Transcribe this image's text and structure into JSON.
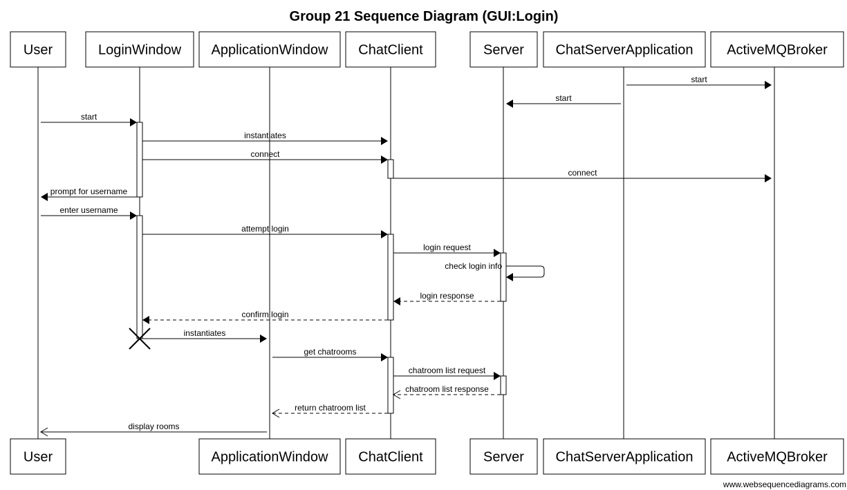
{
  "title": "Group 21 Sequence Diagram (GUI:Login)",
  "watermark": "www.websequencediagrams.com",
  "participants": [
    {
      "id": "user",
      "label": "User"
    },
    {
      "id": "login",
      "label": "LoginWindow"
    },
    {
      "id": "app",
      "label": "ApplicationWindow"
    },
    {
      "id": "client",
      "label": "ChatClient"
    },
    {
      "id": "server",
      "label": "Server"
    },
    {
      "id": "csa",
      "label": "ChatServerApplication"
    },
    {
      "id": "amq",
      "label": "ActiveMQBroker"
    }
  ],
  "bottom_participants": [
    {
      "id": "user",
      "label": "User"
    },
    {
      "id": "app",
      "label": "ApplicationWindow"
    },
    {
      "id": "client",
      "label": "ChatClient"
    },
    {
      "id": "server",
      "label": "Server"
    },
    {
      "id": "csa",
      "label": "ChatServerApplication"
    },
    {
      "id": "amq",
      "label": "ActiveMQBroker"
    }
  ],
  "messages": [
    {
      "from": "csa",
      "to": "amq",
      "label": "start",
      "style": "solid"
    },
    {
      "from": "csa",
      "to": "server",
      "label": "start",
      "style": "solid"
    },
    {
      "from": "user",
      "to": "login",
      "label": "start",
      "style": "solid"
    },
    {
      "from": "login",
      "to": "client",
      "label": "instantiates",
      "style": "solid"
    },
    {
      "from": "login",
      "to": "client",
      "label": "connect",
      "style": "solid"
    },
    {
      "from": "client",
      "to": "amq",
      "label": "connect",
      "style": "solid"
    },
    {
      "from": "login",
      "to": "user",
      "label": "prompt for username",
      "style": "solid"
    },
    {
      "from": "user",
      "to": "login",
      "label": "enter username",
      "style": "solid"
    },
    {
      "from": "login",
      "to": "client",
      "label": "attempt login",
      "style": "solid"
    },
    {
      "from": "client",
      "to": "server",
      "label": "login request",
      "style": "solid"
    },
    {
      "from": "server",
      "to": "server",
      "label": "check login info",
      "style": "self"
    },
    {
      "from": "server",
      "to": "client",
      "label": "login response",
      "style": "dashed"
    },
    {
      "from": "client",
      "to": "login",
      "label": "confirm login",
      "style": "dashed"
    },
    {
      "from": "login",
      "to": "app",
      "label": "instantiates",
      "style": "solid"
    },
    {
      "from": "app",
      "to": "client",
      "label": "get chatrooms",
      "style": "solid"
    },
    {
      "from": "client",
      "to": "server",
      "label": "chatroom list request",
      "style": "solid"
    },
    {
      "from": "server",
      "to": "client",
      "label": "chatroom list response",
      "style": "dashed-open"
    },
    {
      "from": "client",
      "to": "app",
      "label": "return chatroom list",
      "style": "dashed-open"
    },
    {
      "from": "app",
      "to": "user",
      "label": "display rooms",
      "style": "solid-open"
    }
  ]
}
